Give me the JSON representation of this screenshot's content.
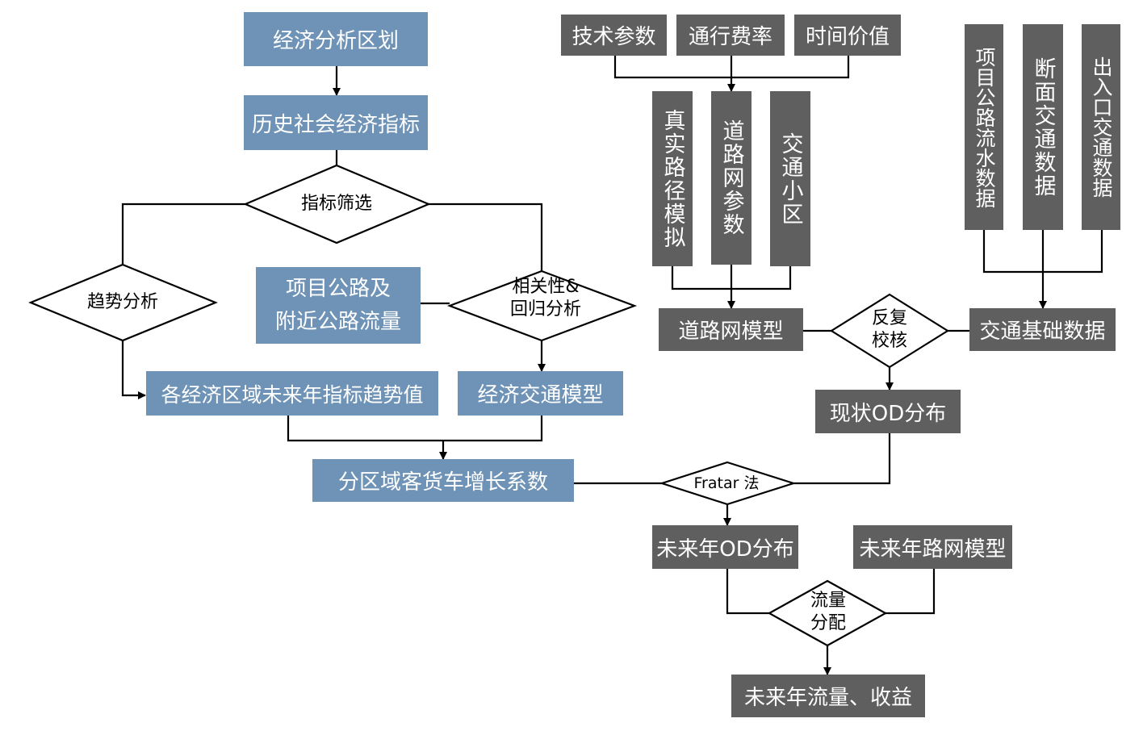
{
  "nodes": {
    "econ_zoning": "经济分析区划",
    "hist_indicators": "历史社会经济指标",
    "indicator_screening": "指标筛选",
    "trend_analysis": "趋势分析",
    "project_flow": "项目公路及\n附近公路流量",
    "correlation_regression": "相关性&\n回归分析",
    "future_trend_values": "各经济区域未来年指标趋势值",
    "econ_traffic_model": "经济交通模型",
    "growth_coefficient": "分区域客货车增长系数",
    "tech_params": "技术参数",
    "toll_rate": "通行费率",
    "time_value": "时间价值",
    "real_route_sim": "真实路径模拟",
    "road_net_params": "道路网参数",
    "traffic_zone": "交通小区",
    "project_flow_data": "项目公路流水数据",
    "section_traffic_data": "断面交通数据",
    "entry_exit_data": "出入口交通数据",
    "road_net_model": "道路网模型",
    "iterative_check": "反复\n校核",
    "traffic_base_data": "交通基础数据",
    "current_od": "现状OD分布",
    "fratar": "Fratar 法",
    "future_od": "未来年OD分布",
    "future_road_model": "未来年路网模型",
    "flow_assignment": "流量\n分配",
    "future_flow_revenue": "未来年流量、收益"
  },
  "colors": {
    "blue_box": "#6f93b6",
    "dark_box": "#5f5f5f",
    "line": "#000000"
  }
}
